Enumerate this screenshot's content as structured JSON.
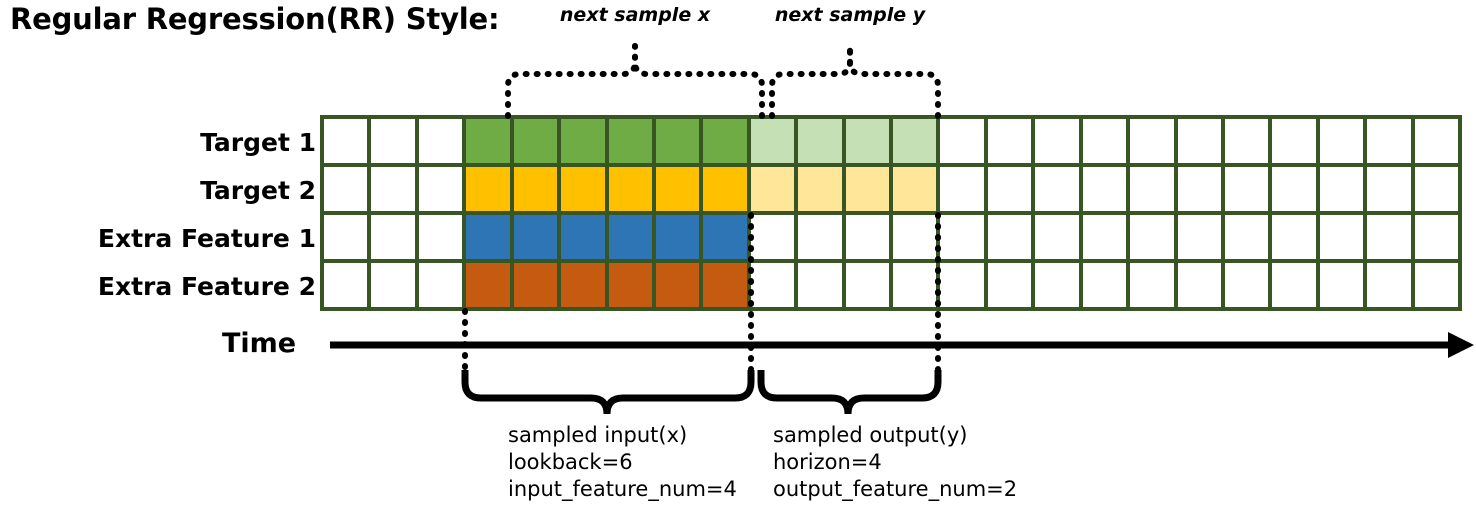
{
  "title": "Regular Regression(RR) Style:",
  "captions": {
    "next_sample_x": "next sample x",
    "next_sample_y": "next sample y"
  },
  "rows": [
    {
      "label": "Target 1",
      "series": "target",
      "color": "#6FAC46",
      "light_color": "#C5E0B4"
    },
    {
      "label": "Target 2",
      "series": "target",
      "color": "#FFC000",
      "light_color": "#FFE699"
    },
    {
      "label": "Extra Feature 1",
      "series": "extra_feature",
      "color": "#2E75B6",
      "light_color": null
    },
    {
      "label": "Extra Feature 2",
      "series": "extra_feature",
      "color": "#C55A11",
      "light_color": null
    }
  ],
  "grid": {
    "columns": 24,
    "rows": 4,
    "border_color": "#375623",
    "empty_color": "#ffffff",
    "input_start_col": 3,
    "input_end_col": 9,
    "output_start_col": 9,
    "output_end_col": 13,
    "cells": [
      [
        "empty",
        "empty",
        "empty",
        "green",
        "green",
        "green",
        "green",
        "green",
        "green",
        "lgreen",
        "lgreen",
        "lgreen",
        "lgreen",
        "empty",
        "empty",
        "empty",
        "empty",
        "empty",
        "empty",
        "empty",
        "empty",
        "empty",
        "empty",
        "empty"
      ],
      [
        "empty",
        "empty",
        "empty",
        "yellow",
        "yellow",
        "yellow",
        "yellow",
        "yellow",
        "yellow",
        "lyellow",
        "lyellow",
        "lyellow",
        "lyellow",
        "empty",
        "empty",
        "empty",
        "empty",
        "empty",
        "empty",
        "empty",
        "empty",
        "empty",
        "empty",
        "empty"
      ],
      [
        "empty",
        "empty",
        "empty",
        "blue",
        "blue",
        "blue",
        "blue",
        "blue",
        "blue",
        "empty",
        "empty",
        "empty",
        "empty",
        "empty",
        "empty",
        "empty",
        "empty",
        "empty",
        "empty",
        "empty",
        "empty",
        "empty",
        "empty",
        "empty"
      ],
      [
        "empty",
        "empty",
        "empty",
        "orange",
        "orange",
        "orange",
        "orange",
        "orange",
        "orange",
        "empty",
        "empty",
        "empty",
        "empty",
        "empty",
        "empty",
        "empty",
        "empty",
        "empty",
        "empty",
        "empty",
        "empty",
        "empty",
        "empty",
        "empty"
      ]
    ]
  },
  "time_axis": {
    "label": "Time"
  },
  "annotations": {
    "input": {
      "line1": "sampled input(x)",
      "line2": "lookback=6",
      "line3": "input_feature_num=4"
    },
    "output": {
      "line1": "sampled output(y)",
      "line2": "horizon=4",
      "line3": "output_feature_num=2"
    }
  }
}
